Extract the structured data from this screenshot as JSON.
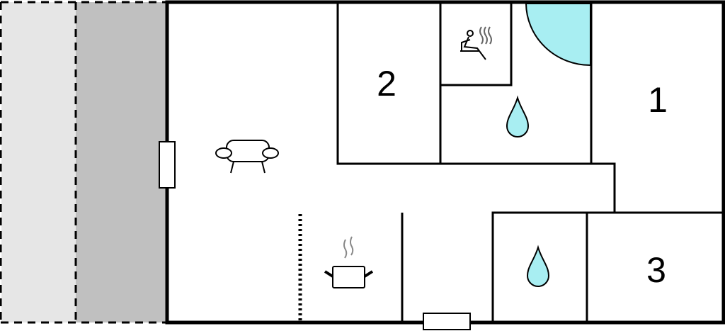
{
  "floorplan": {
    "rooms": [
      {
        "id": "bedroom-1",
        "label": "1"
      },
      {
        "id": "bedroom-2",
        "label": "2"
      },
      {
        "id": "bedroom-3",
        "label": "3"
      }
    ],
    "icons": [
      "sofa-icon",
      "sauna-icon",
      "water-drop-icon",
      "cooking-pot-icon"
    ],
    "colors": {
      "wall": "#000000",
      "terrace_light": "#e6e6e6",
      "terrace_dark": "#c0c0c0",
      "water": "#a8eef2"
    }
  }
}
